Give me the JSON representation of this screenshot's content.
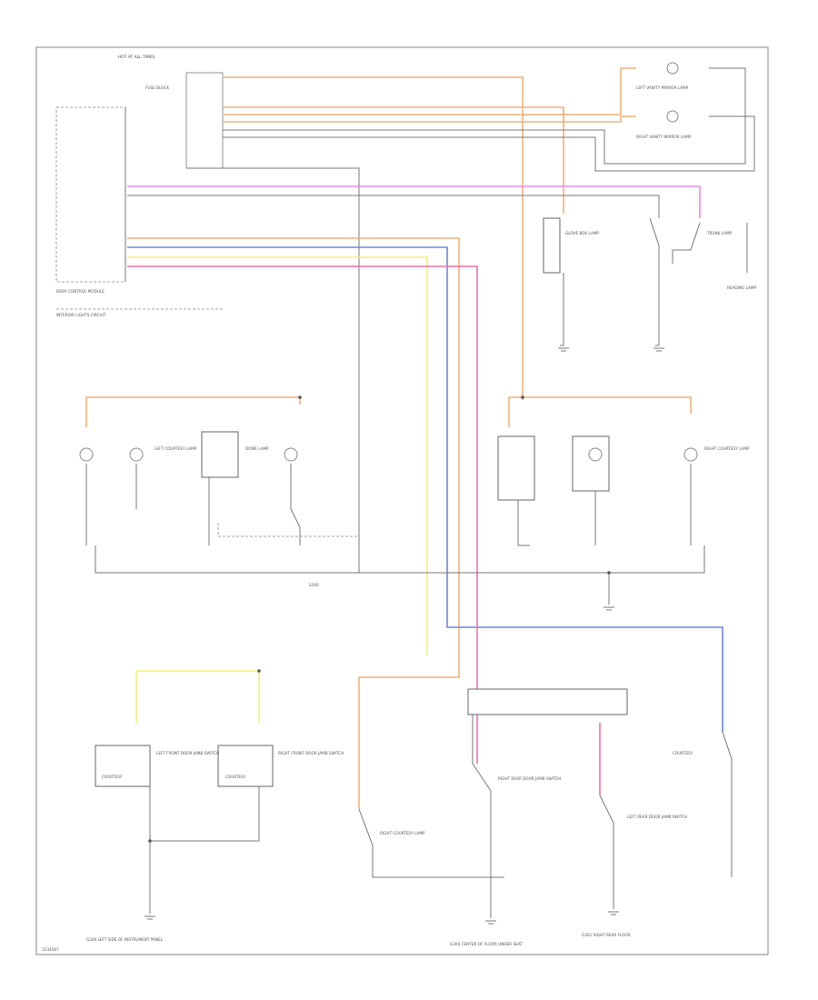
{
  "colors": {
    "orange": "#f2b07a",
    "pink": "#f06fa8",
    "yellow": "#f2f07a",
    "blue": "#6f86e0",
    "magenta": "#e58be8",
    "gray": "#7a7a7a",
    "frame": "#999999"
  },
  "labels": {
    "hot_all_times": "HOT AT ALL TIMES",
    "body_control_module": "BODY CONTROL MODULE",
    "interior_lights_note": "INTERIOR LIGHTS CIRCUIT",
    "front_fuse_block": "FUSE BLOCK",
    "left_vanity_lamp": "LEFT VANITY MIRROR LAMP",
    "right_vanity_lamp": "RIGHT VANITY MIRROR LAMP",
    "glove_box_lamp": "GLOVE BOX LAMP",
    "trunk_lamp": "TRUNK LAMP",
    "reading_lamp": "READING LAMP",
    "dome_lamp": "DOME LAMP",
    "right_courtesy_lamp": "RIGHT COURTESY LAMP",
    "left_courtesy_lamp": "LEFT COURTESY LAMP",
    "left_rear_door_jamb": "LEFT REAR DOOR JAMB SWITCH",
    "right_rear_door_jamb": "RIGHT REAR DOOR JAMB SWITCH",
    "left_front_door_jamb": "LEFT FRONT DOOR JAMB SWITCH",
    "right_front_door_jamb": "RIGHT FRONT DOOR JAMB SWITCH",
    "courtesy": "COURTESY",
    "ground_left": "G200 LEFT SIDE OF INSTRUMENT PANEL",
    "ground_center": "G300 CENTER OF FLOOR UNDER SEAT",
    "ground_right": "G301 RIGHT REAR FLOOR",
    "splice": "S200",
    "fig_id": "1234567"
  }
}
